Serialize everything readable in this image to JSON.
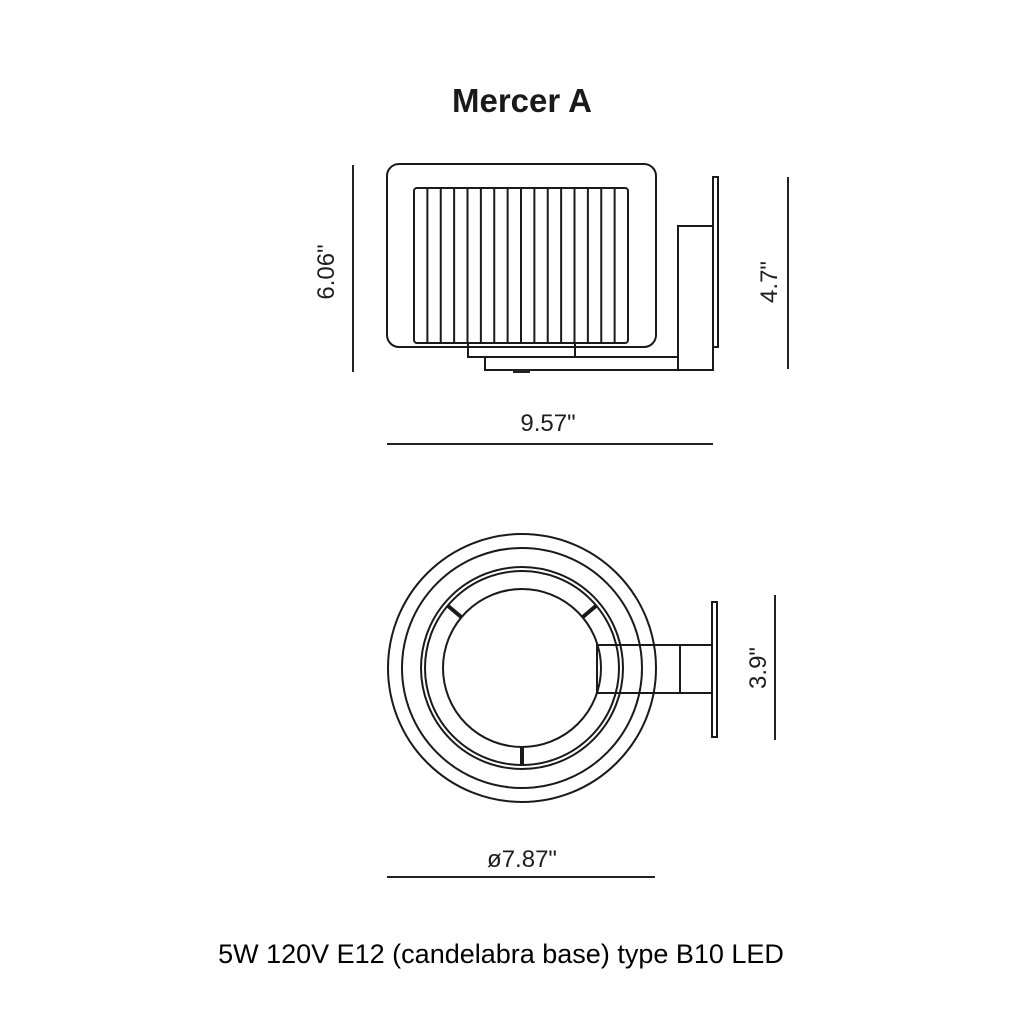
{
  "title": "Mercer A",
  "side_view": {
    "height_label": "6.06\"",
    "backplate_height_label": "4.7\"",
    "width_label": "9.57\""
  },
  "top_view": {
    "backplate_width_label": "3.9\"",
    "diameter_label": "ø7.87\""
  },
  "caption": "5W 120V E12 (candelabra base) type B10 LED"
}
